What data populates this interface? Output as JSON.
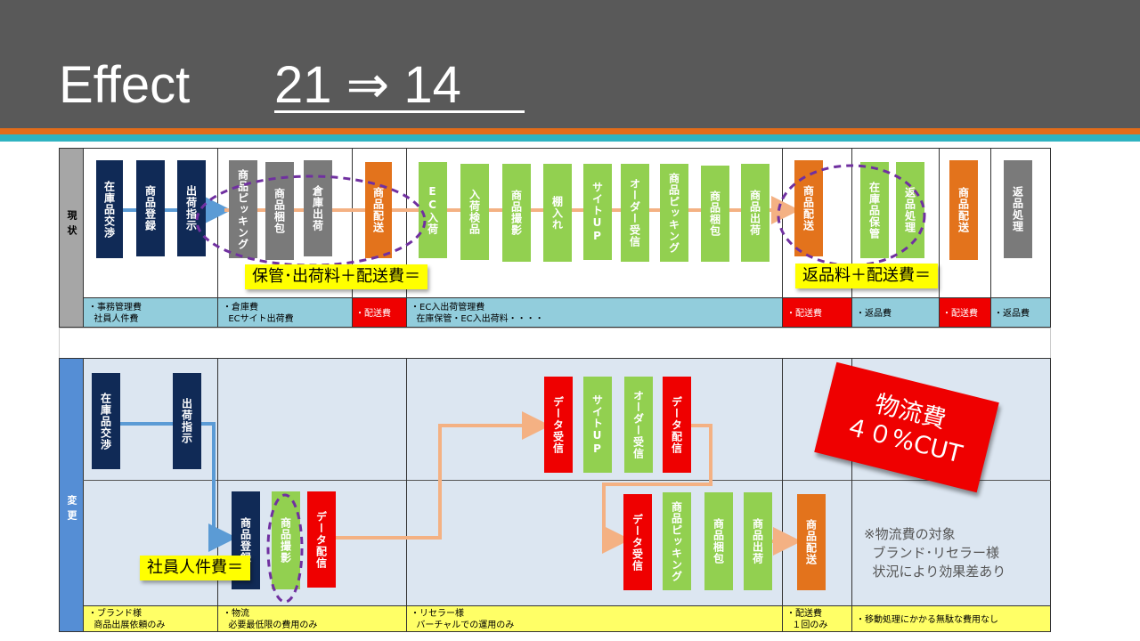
{
  "header": {
    "title": "Effect",
    "formula": "21 ⇒ 14"
  },
  "current": {
    "row_label": "現状",
    "process_boxes": [
      "在庫品交渉",
      "商品登録",
      "出荷指示",
      "商品ピッキング",
      "商品梱包",
      "倉庫出荷",
      "商品配送",
      "EC入荷",
      "入荷検品",
      "商品撮影",
      "棚入れ",
      "サイトUP",
      "オーダー受信",
      "商品ピッキング",
      "商品梱包",
      "商品出荷",
      "商品配送",
      "在庫品保管",
      "返品処理",
      "商品配送",
      "返品処理"
    ],
    "callouts": [
      "保管･出荷料＋配送費＝",
      "返品料＋配送費＝"
    ],
    "costs": [
      "・事務管理費\n  社員人件費",
      "・倉庫費\n  ECサイト出荷費",
      "・配送費",
      "・EC入出荷管理費\n  在庫保管・EC入出荷料・・・・",
      "・配送費",
      "・返品費",
      "・配送費",
      "・返品費"
    ]
  },
  "changed": {
    "row_label": "変更",
    "process_boxes": [
      "在庫品交渉",
      "出荷指示",
      "商品登録",
      "商品撮影",
      "データ配信",
      "データ受信",
      "サイトUP",
      "オーダー受信",
      "データ配信",
      "データ受信",
      "商品ピッキング",
      "商品梱包",
      "商品出荷",
      "商品配送"
    ],
    "callout": "社員人件費＝",
    "cost_badge": "物流費\n４０%CUT",
    "note": "※物流費の対象\n  ブランド･リセラー様\n  状況により効果差あり",
    "costs": [
      "・ブランド様\n  商品出展依頼のみ",
      "・物流\n  必要最低限の費用のみ",
      "・リセラー様\n  バーチャルでの運用のみ",
      "・配送費\n  １回のみ",
      "・移動処理にかかる無駄な費用なし"
    ]
  },
  "colors": {
    "navy": "#102a56",
    "gray": "#7a7a7a",
    "orange": "#e3731c",
    "green": "#92d050",
    "red": "#ef0000",
    "callout": "#ffff00",
    "cost_current": "#92cddc",
    "cost_changed": "#ffff66",
    "changed_bg": "#dce6f1",
    "header": "#595959"
  }
}
